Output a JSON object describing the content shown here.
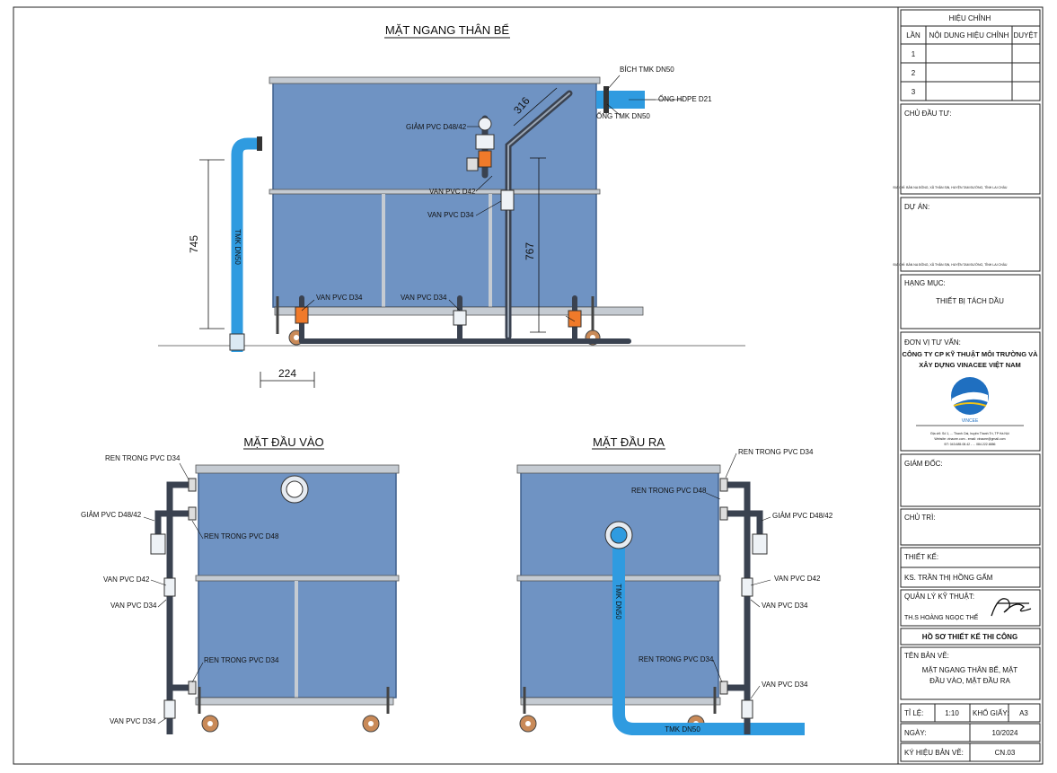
{
  "views": {
    "side": {
      "title": "MẶT NGANG THÂN BỂ",
      "dims": {
        "height": "745",
        "width": "224",
        "diag": "316",
        "vert": "767"
      },
      "labels": {
        "bich": "BÍCH TMK DN50",
        "hdpe": "ỐNG HDPE D21",
        "ong_tmk": "ỐNG TMK DN50",
        "giam": "GIẢM PVC D48/42",
        "van42": "VAN PVC D42",
        "van34a": "VAN PVC D34",
        "van34b": "VAN PVC D34",
        "van34c": "VAN PVC D34",
        "tmk_vert": "TMK DN50"
      }
    },
    "inlet": {
      "title": "MẶT ĐẦU VÀO",
      "labels": {
        "ren_top": "REN TRONG PVC D34",
        "giam": "GIẢM PVC D48/42",
        "ren48": "REN TRONG PVC D48",
        "van42": "VAN PVC D42",
        "van34": "VAN PVC D34",
        "ren34": "REN TRONG PVC D34",
        "van34_bottom": "VAN PVC D34"
      }
    },
    "outlet": {
      "title": "MẶT ĐẦU RA",
      "labels": {
        "ren_top": "REN TRONG PVC D34",
        "ren48": "REN TRONG PVC D48",
        "giam": "GIẢM PVC D48/42",
        "van42": "VAN PVC D42",
        "van34": "VAN PVC D34",
        "ren34": "REN TRONG PVC D34",
        "van34_bottom": "VAN PVC D34",
        "tmk_vert": "TMK DN50",
        "tmk_horiz": "TMK DN50"
      }
    }
  },
  "title_block": {
    "revision": {
      "header": "HIỆU CHỈNH",
      "col_lan": "LẦN",
      "col_noidung": "NỘI DUNG HIỆU CHỈNH",
      "col_duyet": "DUYỆT",
      "rows": [
        "1",
        "2",
        "3"
      ]
    },
    "chu_dau_tu": {
      "label": "CHỦ ĐẦU TƯ:",
      "address": "ĐỊA CHỈ: BẢN NA ĐÔNG, XÃ THÂN SỊN, HUYỆN TAM ĐƯỜNG, TỈNH LAI CHÂU"
    },
    "du_an": {
      "label": "DỰ ÁN:",
      "address": "ĐỊA CHỈ: BẢN NA ĐÔNG, XÃ THÂN SỊN, HUYỆN TAM ĐƯỜNG, TỈNH LAI CHÂU"
    },
    "hang_muc": {
      "label": "HẠNG MỤC:",
      "value": "THIẾT BỊ TÁCH DẦU"
    },
    "don_vi_tu_van": {
      "label": "ĐƠN VỊ TƯ VẤN:",
      "company_line1": "CÔNG TY CP KỸ THUẬT MÔI TRƯỜNG VÀ",
      "company_line2": "XÂY DỰNG VINACEE VIỆT NAM",
      "logo_text": "VINCEE",
      "info1": "Địa chỉ: Số 1, ... Thanh Oai, huyện Thanh Trì, TP Hà Nội",
      "info2": "Website: vinacee.com - email: vinacee@gmail.com",
      "info3": "ĐT: 043.685.08.42 - ... 084.222.6886"
    },
    "giam_doc": {
      "label": "GIÁM ĐỐC:"
    },
    "chu_tri": {
      "label": "CHỦ TRÌ:"
    },
    "thiet_ke": {
      "label": "THIẾT KẾ:",
      "name": "KS. TRẦN THỊ HỒNG GẤM"
    },
    "quan_ly": {
      "label": "QUẢN LÝ KỸ THUẬT:",
      "name": "TH.S HOÀNG NGỌC THẾ"
    },
    "ho_so": "HỒ SƠ THIẾT KẾ THI CÔNG",
    "ten_ban_ve": {
      "label": "TÊN BẢN VẼ:",
      "line1": "MẶT NGANG THÂN BỂ, MẶT",
      "line2": "ĐẦU VÀO, MẶT ĐẦU RA"
    },
    "ti_le": {
      "label": "TỈ LỆ:",
      "value": "1:10"
    },
    "kho_giay": {
      "label": "KHỔ GIẤY:",
      "value": "A3"
    },
    "ngay": {
      "label": "NGÀY:",
      "value": "10/2024"
    },
    "ky_hieu": {
      "label": "KÝ HIỆU BẢN VẼ:",
      "value": "CN.03"
    }
  },
  "colors": {
    "tank": "#6f93c3",
    "tank_edge": "#3e5f8c",
    "pipe_blue": "#2f9be0",
    "pipe_dark": "#3a4250",
    "frame": "#c5cbd2",
    "valve_orange": "#f07a2a",
    "logo_blue": "#1f6fc0"
  }
}
